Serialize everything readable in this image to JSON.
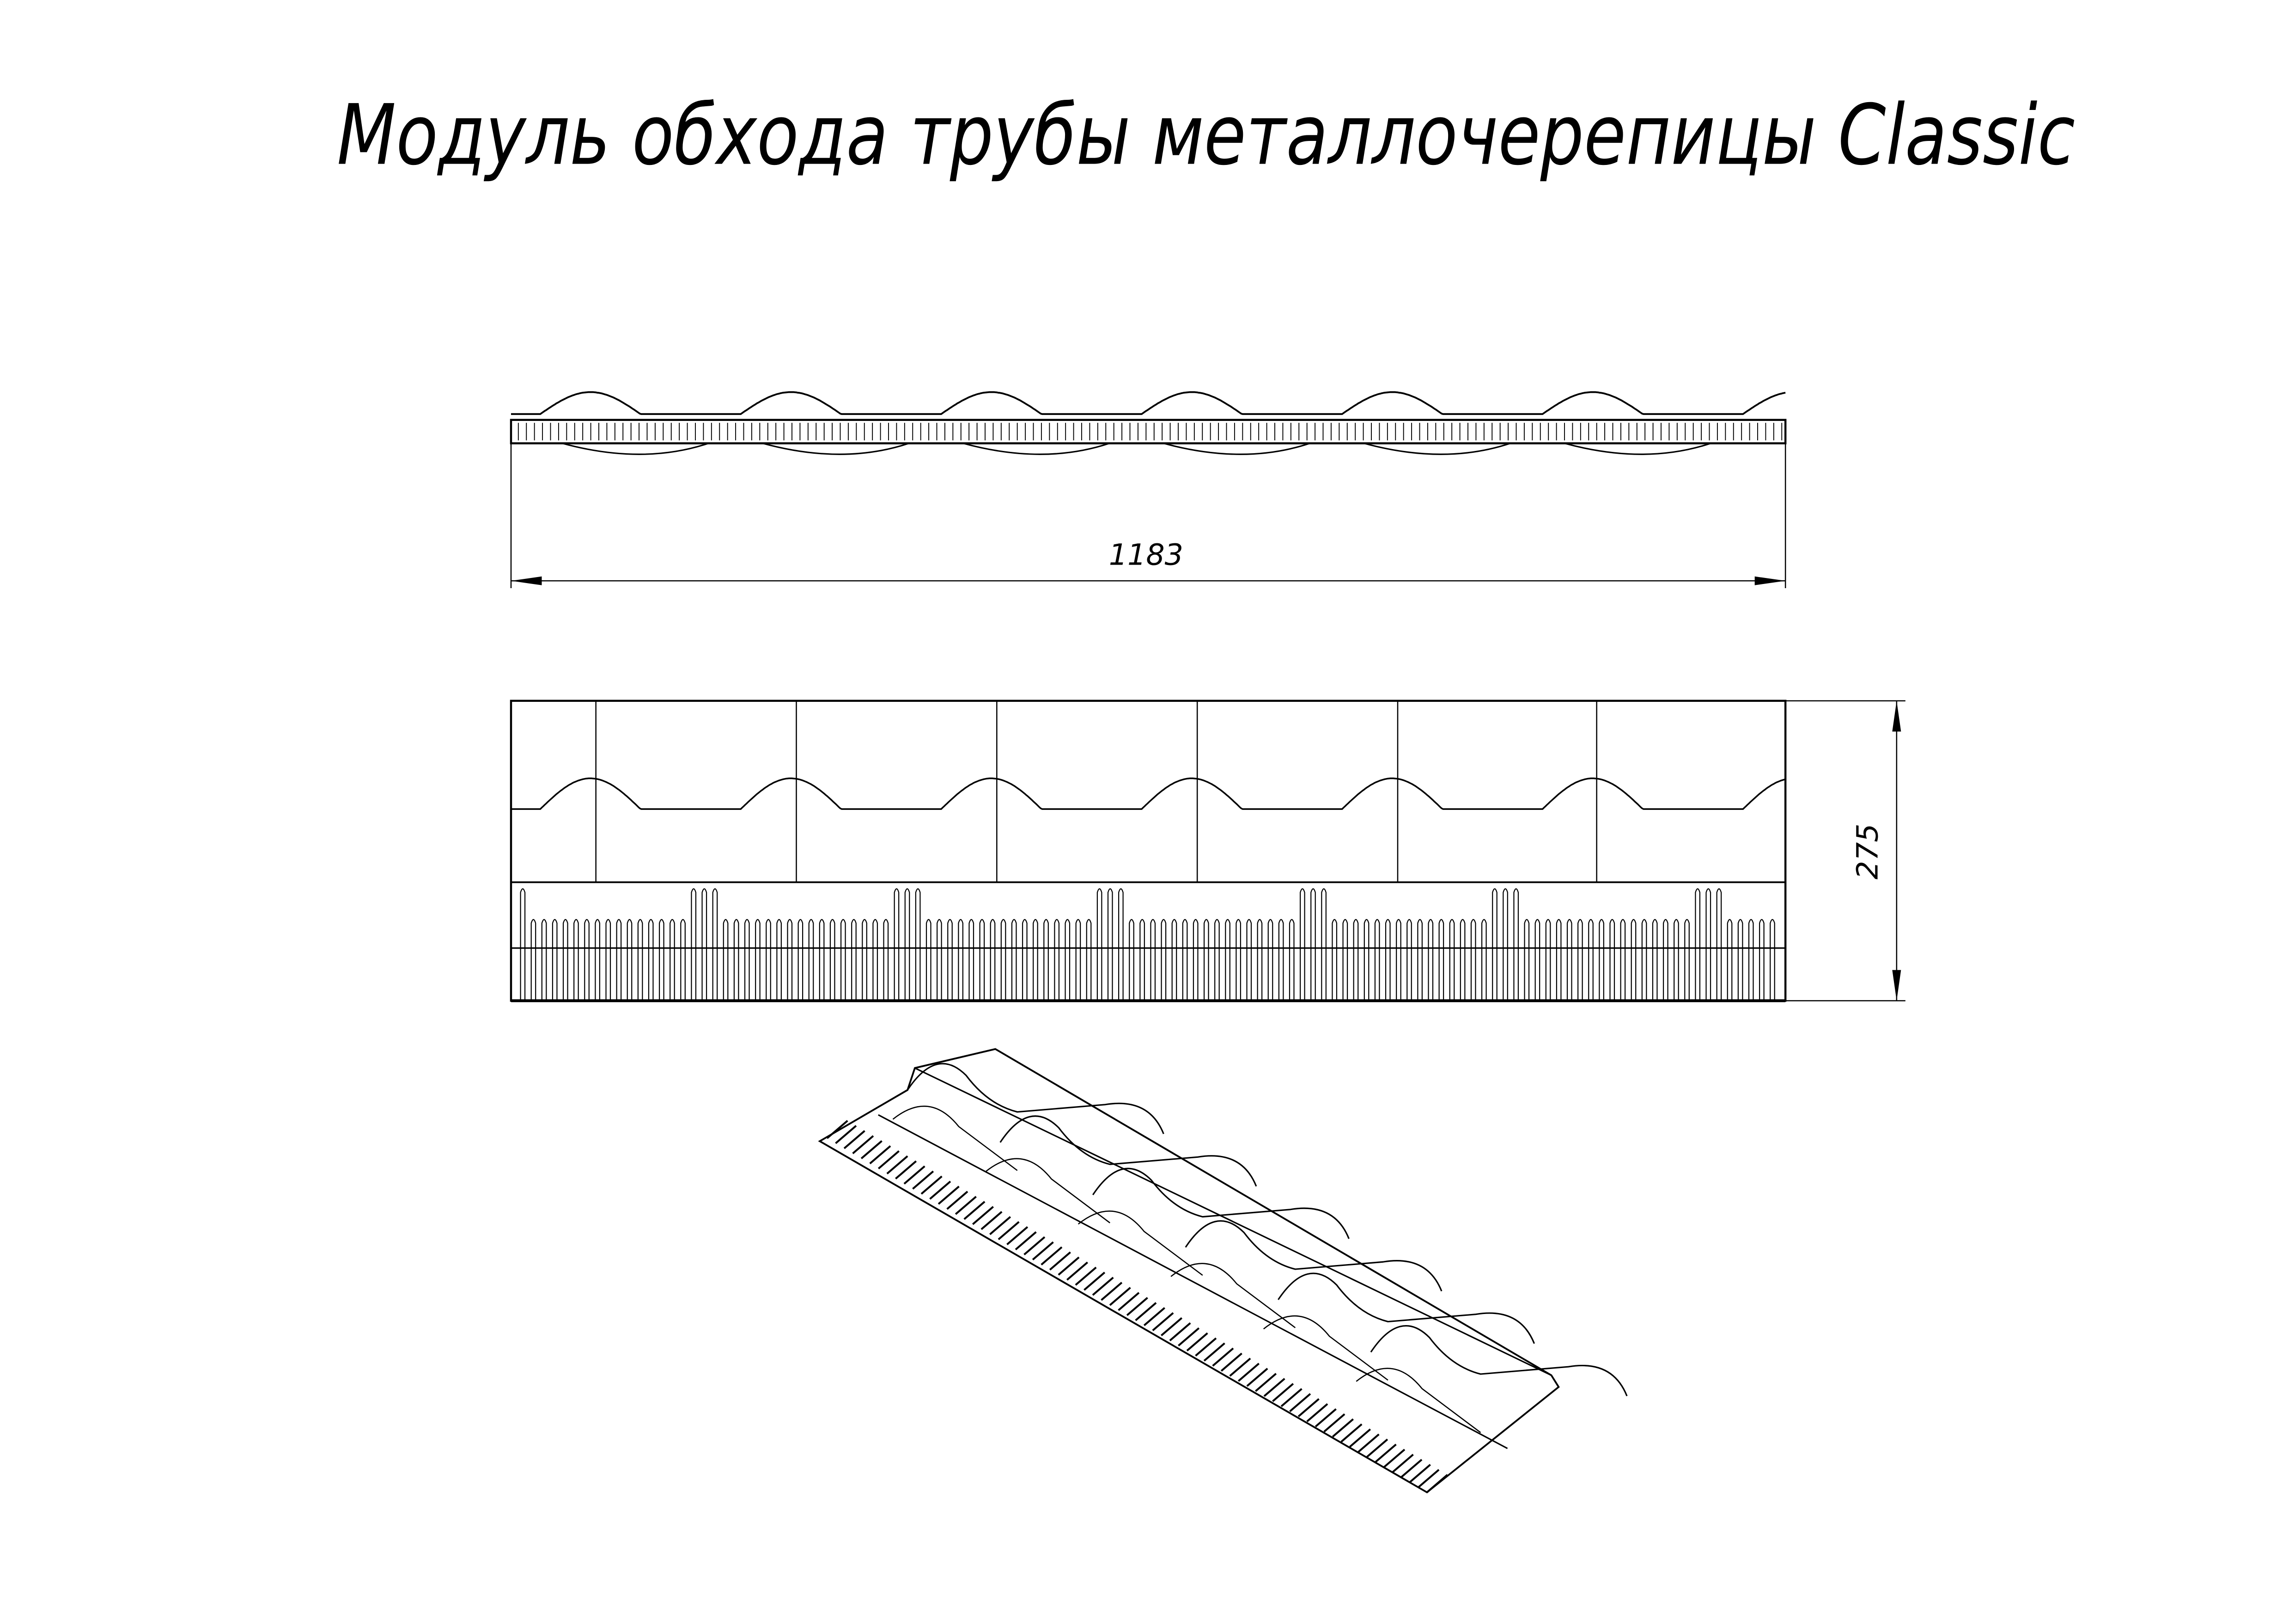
{
  "title": "Модуль обхода трубы металлочерепицы Classic",
  "dimensions": {
    "length": "1183",
    "width": "275"
  },
  "colors": {
    "line": "#000000",
    "background": "#ffffff"
  }
}
